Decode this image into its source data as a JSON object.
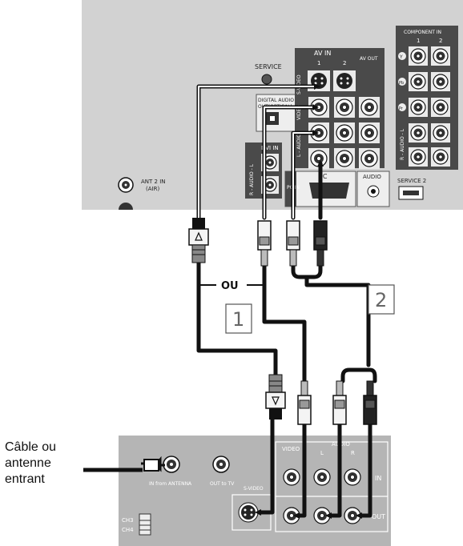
{
  "tv_panel": {
    "service": "SERVICE",
    "av_in": "AV IN",
    "av_in_1": "1",
    "av_in_2": "2",
    "av_out": "AV OUT",
    "s_video": "S-VIDEO",
    "video": "VIDEO",
    "audio_l": "L - AUDIO",
    "audio_r": "R",
    "digital_audio": "DIGITAL AUDIO",
    "digital_audio_2": "OUT(OPTICAL)",
    "dvi_in": "DVI IN",
    "dvi_audio": "R - AUDIO - L",
    "pc": "PC",
    "pc_in": "PC IN",
    "audio": "AUDIO",
    "component_in": "COMPONENT IN",
    "comp_1": "1",
    "comp_2": "2",
    "comp_y": "Y",
    "comp_pb": "Pb",
    "comp_pr": "Pr",
    "comp_audio": "R - AUDIO - L",
    "service_2": "SERVICE 2",
    "ant_2_in": "ANT 2 IN",
    "air": "(AIR)"
  },
  "diagram_labels": {
    "ou": "OU",
    "option_1": "1",
    "option_2": "2"
  },
  "source_label": {
    "line1": "Câble ou",
    "line2": "antenne",
    "line3": "entrant"
  },
  "vcr_panel": {
    "video": "VIDEO",
    "audio": "AUDIO",
    "l": "L",
    "r": "R",
    "in": "IN",
    "out": "OUT",
    "s_video": "S-VIDEO",
    "in_from_antenna": "IN from ANTENNA",
    "out_to_tv": "OUT to TV",
    "ch3": "CH3",
    "ch4": "CH4"
  },
  "colors": {
    "panel_gray": "#cfcfcf",
    "vcr_gray": "#b3b3b3",
    "cable": "#111111"
  }
}
